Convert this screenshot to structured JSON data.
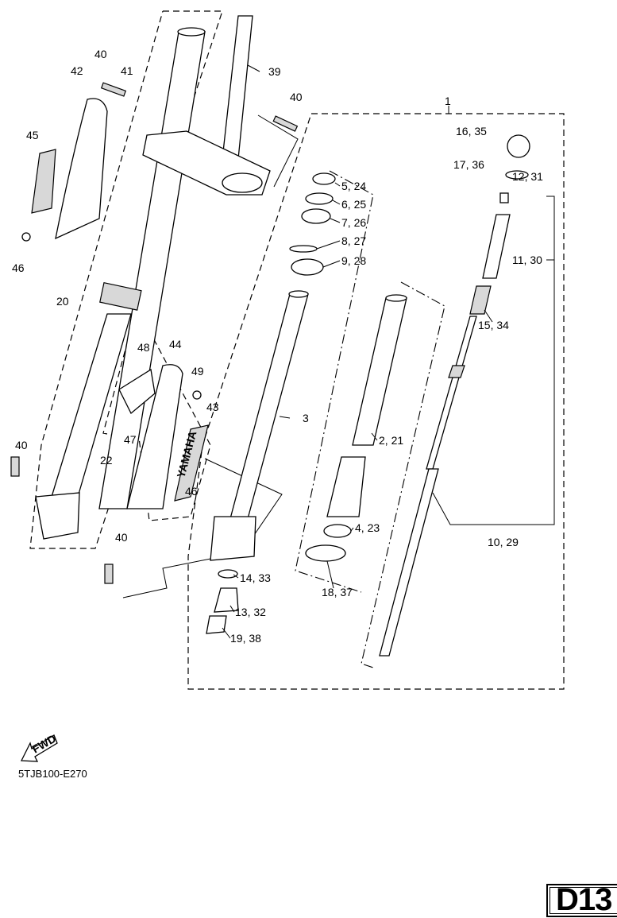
{
  "callouts": [
    {
      "id": "c1",
      "text": "1"
    },
    {
      "id": "c40a",
      "text": "40"
    },
    {
      "id": "c42",
      "text": "42"
    },
    {
      "id": "c41",
      "text": "41"
    },
    {
      "id": "c39",
      "text": "39"
    },
    {
      "id": "c40b",
      "text": "40"
    },
    {
      "id": "c45",
      "text": "45"
    },
    {
      "id": "c16",
      "text": "16, 35"
    },
    {
      "id": "c17",
      "text": "17, 36"
    },
    {
      "id": "c12",
      "text": "12, 31"
    },
    {
      "id": "c5",
      "text": "5, 24"
    },
    {
      "id": "c6",
      "text": "6, 25"
    },
    {
      "id": "c7",
      "text": "7, 26"
    },
    {
      "id": "c8",
      "text": "8, 27"
    },
    {
      "id": "c9",
      "text": "9, 28"
    },
    {
      "id": "c11",
      "text": "11, 30"
    },
    {
      "id": "c46a",
      "text": "46"
    },
    {
      "id": "c20",
      "text": "20"
    },
    {
      "id": "c15",
      "text": "15, 34"
    },
    {
      "id": "c48",
      "text": "48"
    },
    {
      "id": "c44",
      "text": "44"
    },
    {
      "id": "c49",
      "text": "49"
    },
    {
      "id": "c43",
      "text": "43"
    },
    {
      "id": "c3",
      "text": "3"
    },
    {
      "id": "c2",
      "text": "2, 21"
    },
    {
      "id": "c47",
      "text": "47"
    },
    {
      "id": "c40c",
      "text": "40"
    },
    {
      "id": "c22",
      "text": "22"
    },
    {
      "id": "c46b",
      "text": "46"
    },
    {
      "id": "c4",
      "text": "4, 23"
    },
    {
      "id": "c40d",
      "text": "40"
    },
    {
      "id": "c10",
      "text": "10, 29"
    },
    {
      "id": "c14",
      "text": "14, 33"
    },
    {
      "id": "c18",
      "text": "18, 37"
    },
    {
      "id": "c13",
      "text": "13, 32"
    },
    {
      "id": "c19",
      "text": "19, 38"
    }
  ],
  "guard_decal_text": "YAMAHA",
  "fwd_arrow_text": "FWD",
  "diagram_code": "5TJB100-E270",
  "page_label": "D13"
}
